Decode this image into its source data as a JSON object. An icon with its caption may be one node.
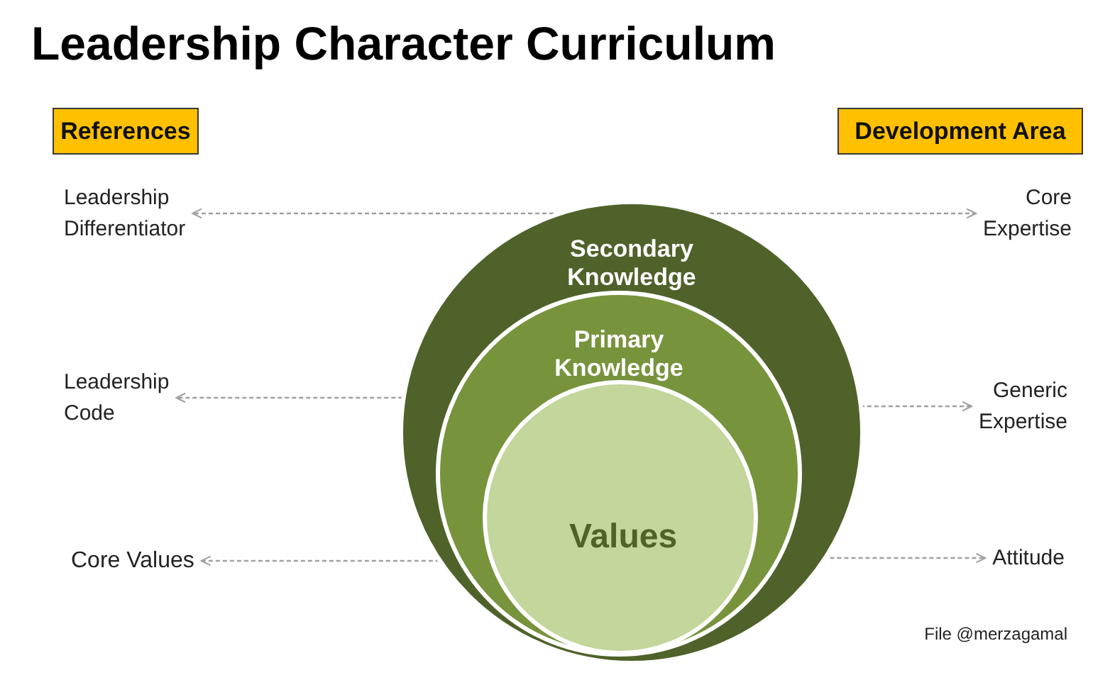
{
  "diagram": {
    "title": "Leadership Character Curriculum",
    "nodes": [
      {
        "text": [
          "References"
        ]
      },
      {
        "text": [
          "Development Area"
        ]
      },
      {
        "text": [
          "Secondary Knowledge"
        ]
      },
      {
        "text": [
          "Primary Knowledge"
        ],
        "in": 2
      },
      {
        "text": [
          "Values"
        ],
        "in": 3
      },
      {
        "text": [
          "Leadership Differentiator"
        ]
      },
      {
        "text": [
          "Leadership Code"
        ]
      },
      {
        "text": [
          "Core Values"
        ]
      },
      {
        "text": [
          "Core Expertise"
        ]
      },
      {
        "text": [
          "Generic Expertise"
        ]
      },
      {
        "text": [
          "Attitude"
        ]
      }
    ],
    "edges": [
      {
        "from": 2,
        "to": 5,
        "arrow": "to",
        "style": "dashed"
      },
      {
        "from": 3,
        "to": 6,
        "arrow": "to",
        "style": "dashed"
      },
      {
        "from": 4,
        "to": 7,
        "arrow": "to",
        "style": "dashed"
      },
      {
        "from": 2,
        "to": 8,
        "arrow": "to",
        "style": "dashed"
      },
      {
        "from": 3,
        "to": 9,
        "arrow": "to",
        "style": "dashed"
      },
      {
        "from": 4,
        "to": 10,
        "arrow": "to",
        "style": "dashed"
      }
    ],
    "labels": [
      "File @merzagamal"
    ]
  }
}
